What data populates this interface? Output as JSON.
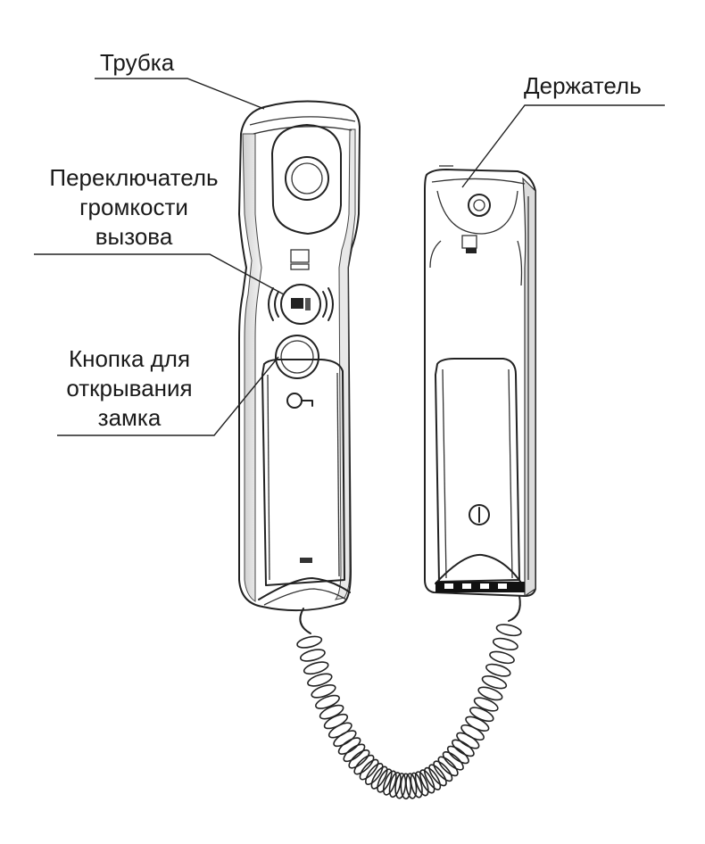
{
  "labels": {
    "handset": "Трубка",
    "holder": "Держатель",
    "volume_switch": [
      "Переключатель",
      "громкости",
      "вызова"
    ],
    "unlock_button": [
      "Кнопка для",
      "открывания",
      "замка"
    ]
  },
  "colors": {
    "line": "#222222",
    "shade": "#d9d9d9",
    "background": "#ffffff"
  }
}
